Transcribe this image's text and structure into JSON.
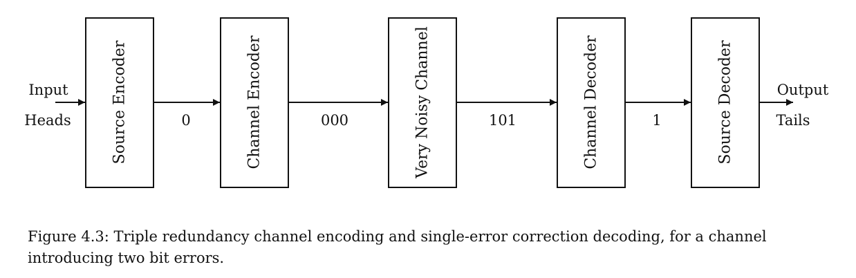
{
  "diagram": {
    "input": {
      "top": "Input",
      "bottom": "Heads"
    },
    "output": {
      "top": "Output",
      "bottom": "Tails"
    },
    "blocks": [
      {
        "label": "Source Encoder"
      },
      {
        "label": "Channel Encoder"
      },
      {
        "label": "Very Noisy Channel"
      },
      {
        "label": "Channel Decoder"
      },
      {
        "label": "Source Decoder"
      }
    ],
    "links": [
      {
        "label": "0"
      },
      {
        "label": "000"
      },
      {
        "label": "101"
      },
      {
        "label": "1"
      }
    ]
  },
  "caption": {
    "text": "Figure 4.3: Triple redundancy channel encoding and single-error correction decoding, for a channel introducing two bit errors."
  }
}
